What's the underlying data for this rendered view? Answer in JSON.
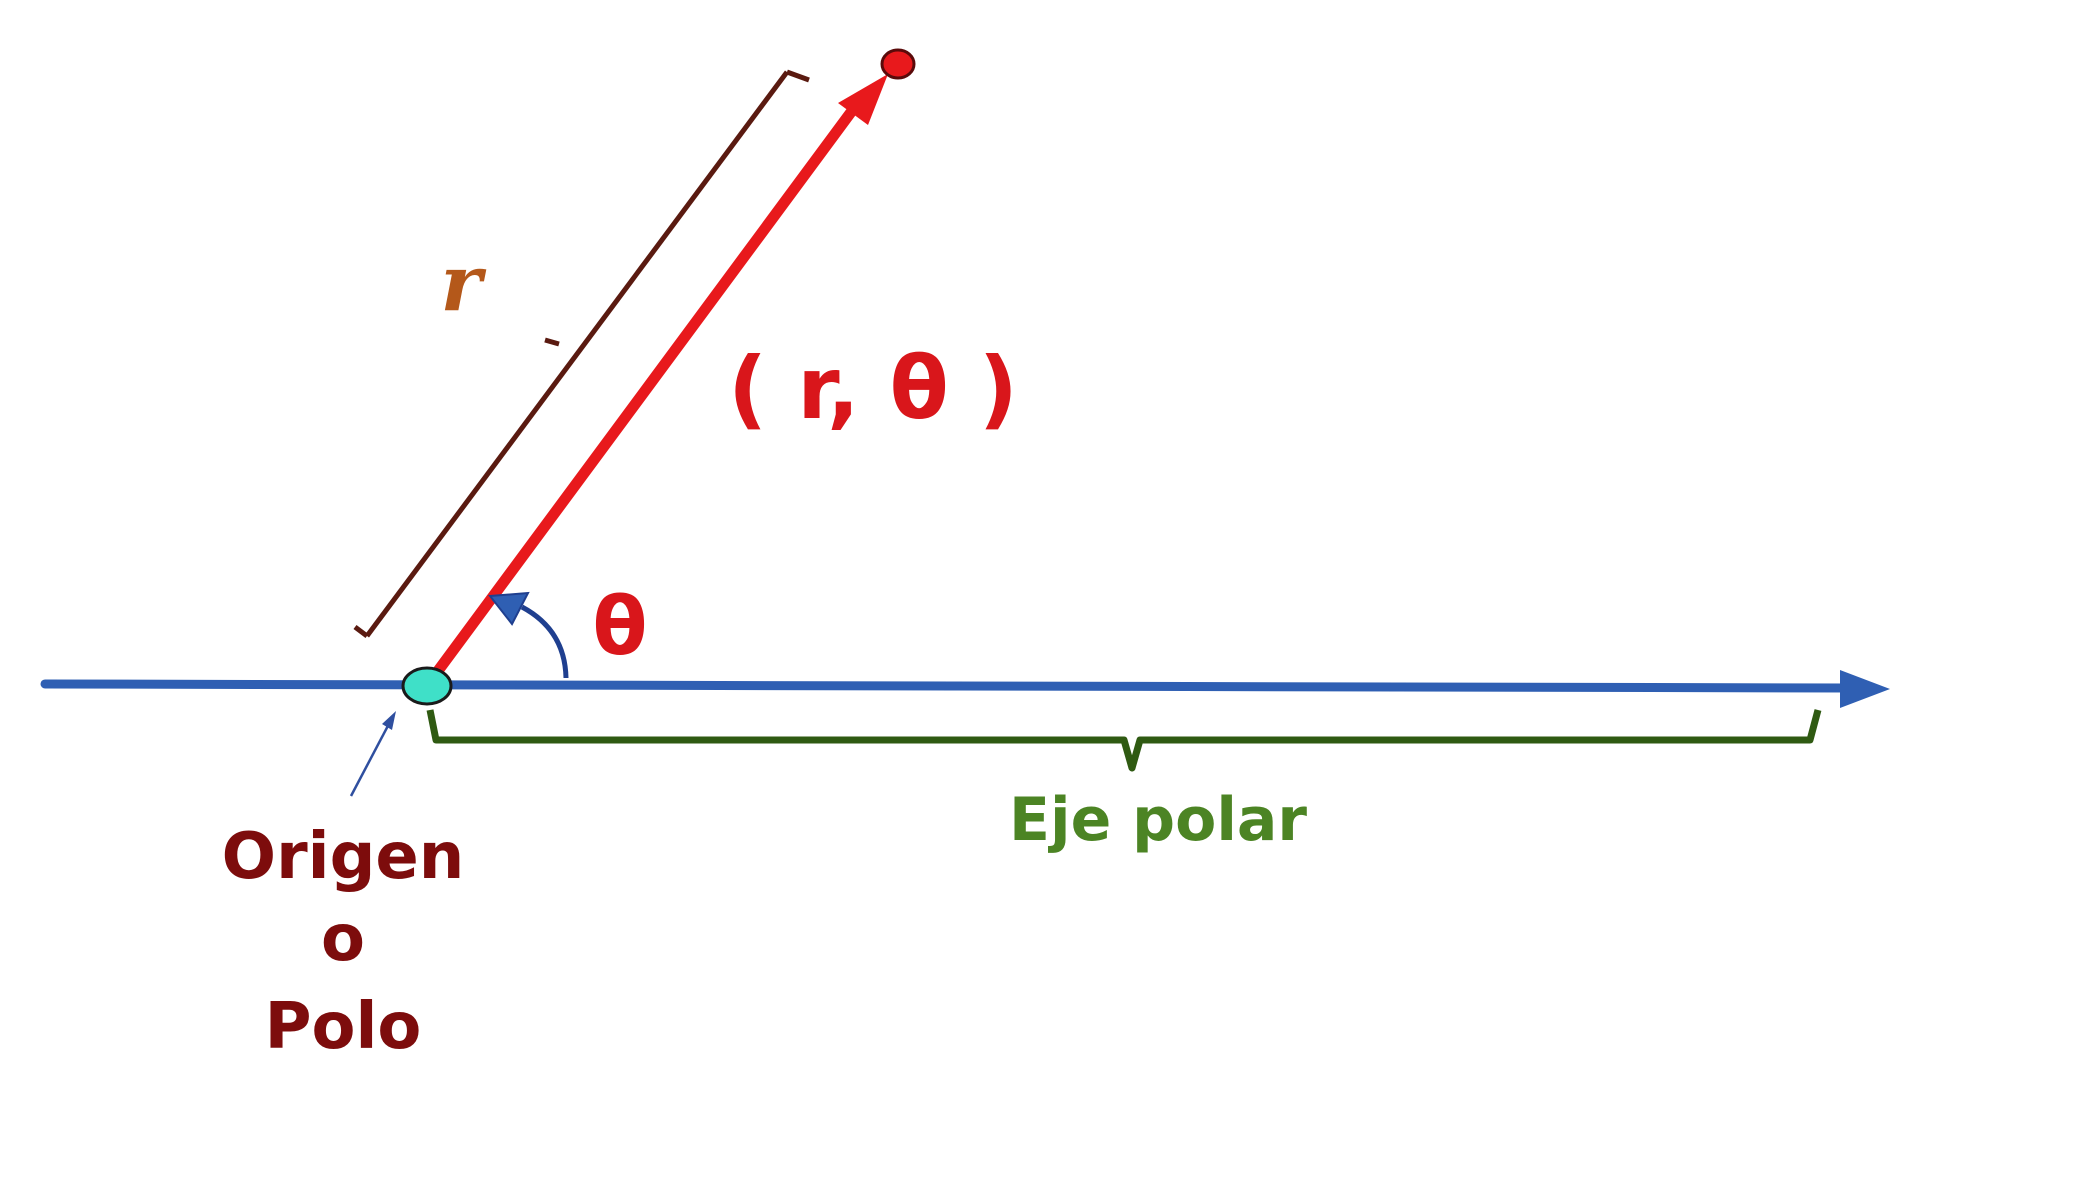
{
  "labels": {
    "radius": "r",
    "point": "( r, θ )",
    "angle": "θ",
    "polar_axis": "Eje polar",
    "origin_line1": "Origen",
    "origin_line2": "o",
    "origin_line3": "Polo"
  },
  "colors": {
    "polar_axis_line": "#2f5fb3",
    "radius_vector": "#e8191c",
    "radius_bracket": "#5a1a10",
    "radius_label": "#b4581a",
    "point_label": "#d9161b",
    "angle_arc": "#1f3f8f",
    "angle_label": "#d9161b",
    "axis_brace": "#2f5a12",
    "axis_label": "#4c8424",
    "origin_label": "#7d0c0c",
    "origin_dot": "#3fe0c8",
    "endpoint_dot": "#e8191c",
    "origin_pointer": "#2f4f9f"
  }
}
